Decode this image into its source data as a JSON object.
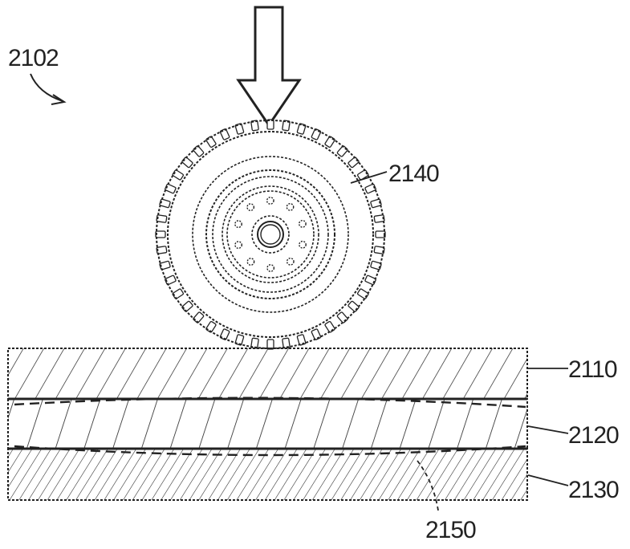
{
  "figure": {
    "labels": {
      "assembly": "2102",
      "tire": "2140",
      "top_layer": "2110",
      "middle_layer": "2120",
      "bottom_layer": "2130",
      "boundary": "2150"
    },
    "colors": {
      "ink": "#222222",
      "background": "#ffffff"
    }
  }
}
